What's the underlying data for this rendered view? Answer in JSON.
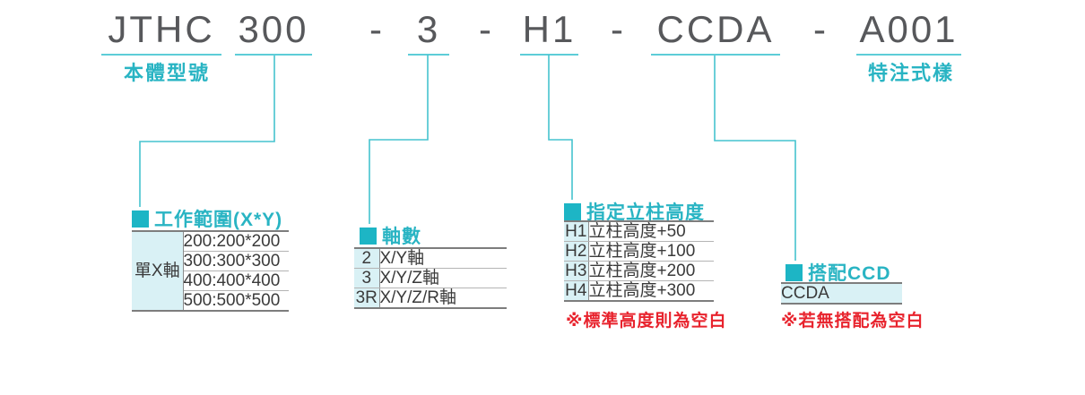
{
  "title": {
    "dash": "-",
    "segments": {
      "body": {
        "text": "JTHC",
        "label": "本體型號"
      },
      "range": {
        "text": "300"
      },
      "axes": {
        "text": "3"
      },
      "height": {
        "text": "H1"
      },
      "ccd": {
        "text": "CCDA"
      },
      "special": {
        "text": "A001",
        "label": "特注式樣"
      }
    }
  },
  "tables": {
    "work_range": {
      "title": "工作範圍(X*Y)",
      "row_header": "單X軸",
      "rows": [
        "200:200*200",
        "300:300*300",
        "400:400*400",
        "500:500*500"
      ]
    },
    "axis_count": {
      "title": "軸數",
      "rows": [
        {
          "code": "2",
          "desc": "X/Y軸"
        },
        {
          "code": "3",
          "desc": "X/Y/Z軸"
        },
        {
          "code": "3R",
          "desc": "X/Y/Z/R軸"
        }
      ]
    },
    "column_height": {
      "title": "指定立柱高度",
      "rows": [
        {
          "code": "H1",
          "desc": "立柱高度+50"
        },
        {
          "code": "H2",
          "desc": "立柱高度+100"
        },
        {
          "code": "H3",
          "desc": "立柱高度+200"
        },
        {
          "code": "H4",
          "desc": "立柱高度+300"
        }
      ],
      "note": "※標準高度則為空白"
    },
    "ccd": {
      "title": "搭配CCD",
      "rows": [
        "CCDA"
      ],
      "note": "※若無搭配為空白"
    }
  },
  "colors": {
    "teal": "#1db5c5",
    "teal_text": "#29b4c3",
    "underline": "#5dcdd8",
    "connector": "#45c3cf",
    "title_text": "#57585b",
    "cell_bg": "#d9f1f5",
    "border_dark": "#7d7d7d",
    "border_light": "#b4b4b4",
    "note_red": "#e8232d"
  }
}
